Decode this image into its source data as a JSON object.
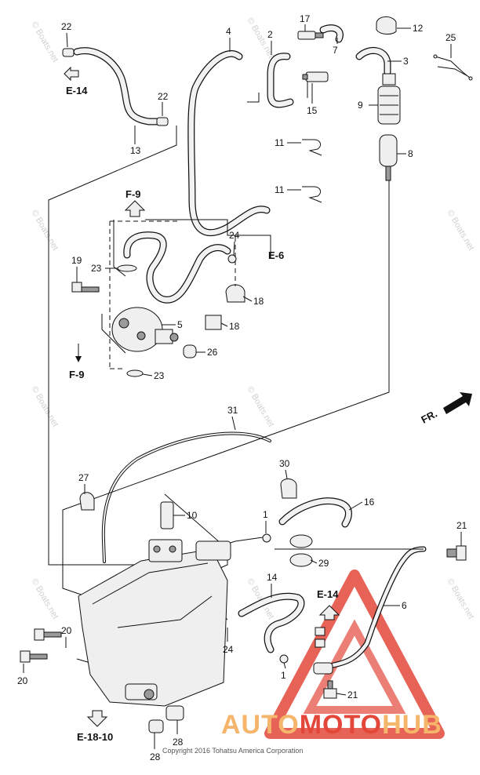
{
  "diagram": {
    "callouts": [
      "1",
      "2",
      "3",
      "4",
      "5",
      "6",
      "7",
      "8",
      "9",
      "10",
      "11",
      "12",
      "13",
      "14",
      "15",
      "16",
      "17",
      "18",
      "19",
      "20",
      "21",
      "22",
      "23",
      "24",
      "25",
      "26",
      "27",
      "28",
      "29",
      "30",
      "31"
    ],
    "refs": {
      "e14": "E-14",
      "f9": "F-9",
      "e6": "E-6",
      "e1810": "E-18-10",
      "fr": "FR."
    },
    "copyright": "Copyright 2016 Tohatsu America Corporation",
    "watermark": "© Boats.net",
    "brand": {
      "auto": "AUTO",
      "moto": "MOTO",
      "hub": "HUB",
      "auto_color": "#f5b56a",
      "moto_color": "#e3473a",
      "hub_color": "#f5b56a"
    }
  }
}
